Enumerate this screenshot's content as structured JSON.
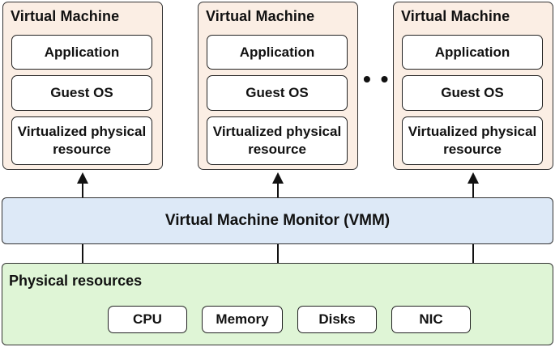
{
  "virtual_machines": [
    {
      "title": "Virtual Machine",
      "application": "Application",
      "guest_os": "Guest OS",
      "resource_line1": "Virtualized physical",
      "resource_line2": "resource"
    },
    {
      "title": "Virtual Machine",
      "application": "Application",
      "guest_os": "Guest OS",
      "resource_line1": "Virtualized physical",
      "resource_line2": "resource"
    },
    {
      "title": "Virtual Machine",
      "application": "Application",
      "guest_os": "Guest OS",
      "resource_line1": "Virtualized physical",
      "resource_line2": "resource"
    }
  ],
  "ellipsis": "• • •",
  "vmm": {
    "label": "Virtual Machine Monitor (VMM)"
  },
  "physical": {
    "title": "Physical resources",
    "items": [
      "CPU",
      "Memory",
      "Disks",
      "NIC"
    ]
  },
  "colors": {
    "vm_fill": "#fbeee4",
    "vmm_fill": "#dde9f7",
    "physical_fill": "#dff5d6",
    "box_fill": "#ffffff",
    "stroke": "#222222"
  }
}
